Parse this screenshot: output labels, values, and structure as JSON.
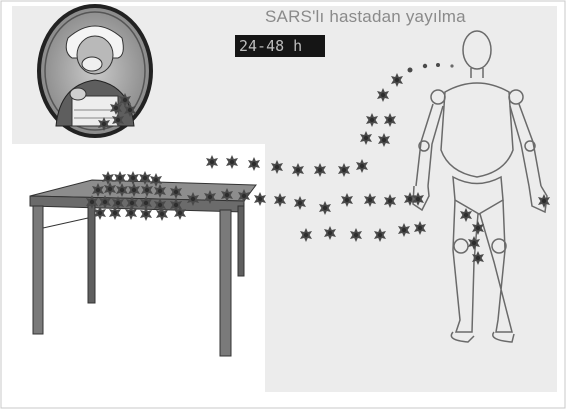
{
  "title": "SARS'lı hastadan yayılma",
  "time_badge": "24-48 h",
  "colors": {
    "background": "#ffffff",
    "panel": "#ececec",
    "virus": "#4a4a4a",
    "badge_bg": "#151515",
    "title_text": "#8a8a8a"
  },
  "icons": {
    "patient": "coughing-patient-portrait",
    "table": "wooden-table",
    "person": "human-outline-figure",
    "particle": "virus-icon"
  }
}
